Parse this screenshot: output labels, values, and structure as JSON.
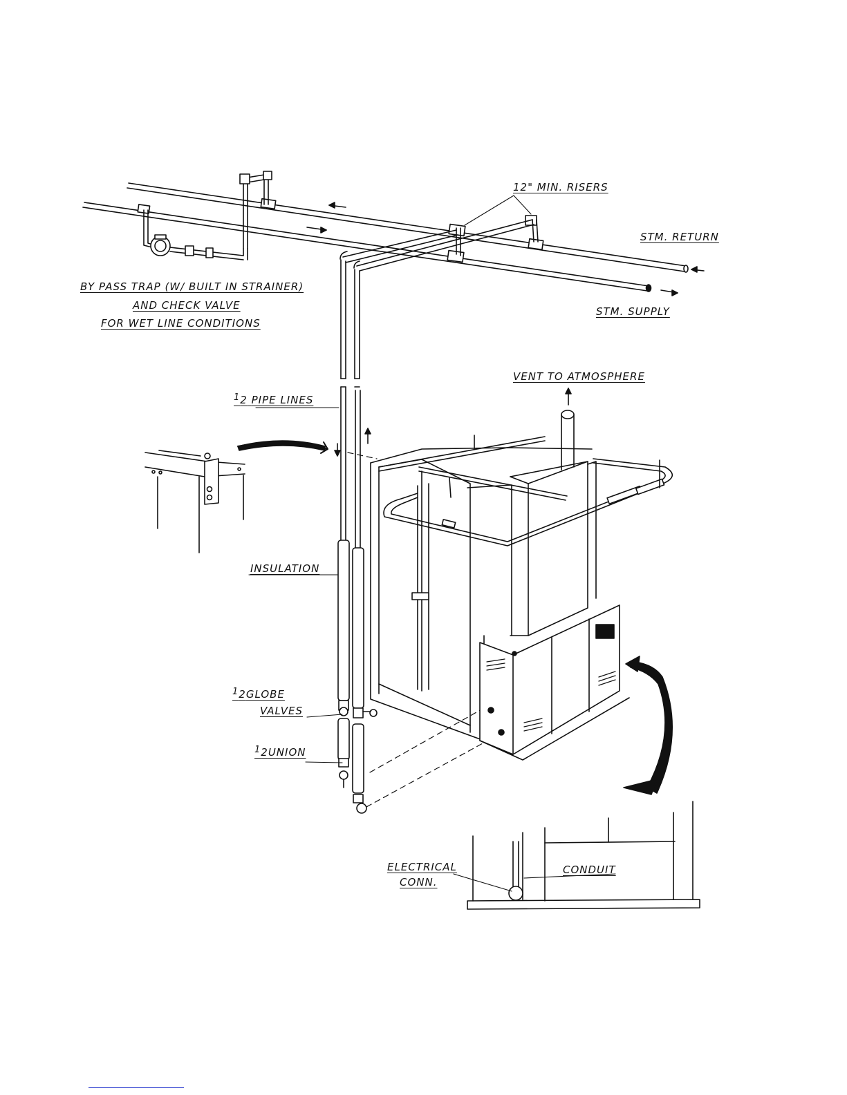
{
  "labels": {
    "risers_num": "12",
    "risers_text": "\" MIN. RISERS",
    "stm_return": "STM. RETURN",
    "stm_supply": "STM. SUPPLY",
    "bypass_line1": "BY PASS TRAP (W/ BUILT IN STRAINER)",
    "bypass_line2": "AND  CHECK  VALVE",
    "bypass_line3": "FOR  WET  LINE  CONDITIONS",
    "vent": "VENT  TO  ATMOSPHERE",
    "pipe_lines_frac_top": "1",
    "pipe_lines_frac_bot": "2",
    "pipe_lines_text": "PIPE  LINES",
    "insulation": "INSULATION",
    "globe_frac_top": "1",
    "globe_frac_bot": "2",
    "globe_text": "GLOBE",
    "globe_valves": "VALVES",
    "union_frac_top": "1",
    "union_frac_bot": "2",
    "union_text": "UNION",
    "electrical_line1": "ELECTRICAL",
    "electrical_line2": "CONN.",
    "conduit": "CONDUIT"
  },
  "colors": {
    "ink": "#111111",
    "paper": "#ffffff",
    "footer_rule": "#2233cc"
  }
}
